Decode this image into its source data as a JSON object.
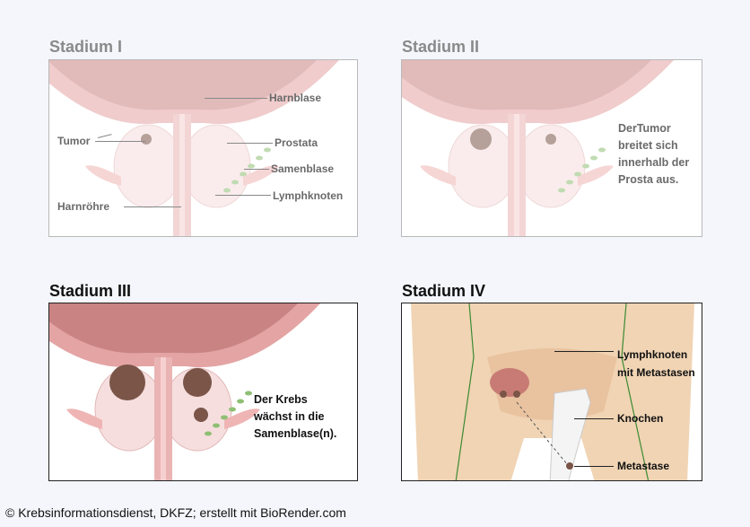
{
  "stages": [
    {
      "title": "Stadium I",
      "labels": {
        "harnblase": "Harnblase",
        "tumor": "Tumor",
        "prostata": "Prostata",
        "samenblase": "Samenblase",
        "lymphknoten": "Lymphknoten",
        "harnroehre": "Harnröhre"
      }
    },
    {
      "title": "Stadium II",
      "description": [
        "DerTumor",
        "breitet sich",
        "innerhalb der",
        "Prosta aus."
      ]
    },
    {
      "title": "Stadium III",
      "description": [
        "Der Krebs",
        "wächst in die",
        "Samenblase(n)."
      ]
    },
    {
      "title": "Stadium IV",
      "labels": {
        "lymph_meta_line1": "Lymphknoten",
        "lymph_meta_line2": "mit Metastasen",
        "knochen": "Knochen",
        "metastase": "Metastase"
      }
    }
  ],
  "credit": "© Krebsinformationsdienst, DKFZ; erstellt mit BioRender.com",
  "colors": {
    "bladder_wall": "#e4a4a4",
    "bladder_lumen": "#c98383",
    "prostate": "#f6dede",
    "urethra": "#eab4b4",
    "tumor": "#7a5548",
    "lymph": "#8fbf74",
    "skin": "#f0d4b4",
    "lymph_vessel": "#3c8a32",
    "bone": "#f4f4f4"
  }
}
